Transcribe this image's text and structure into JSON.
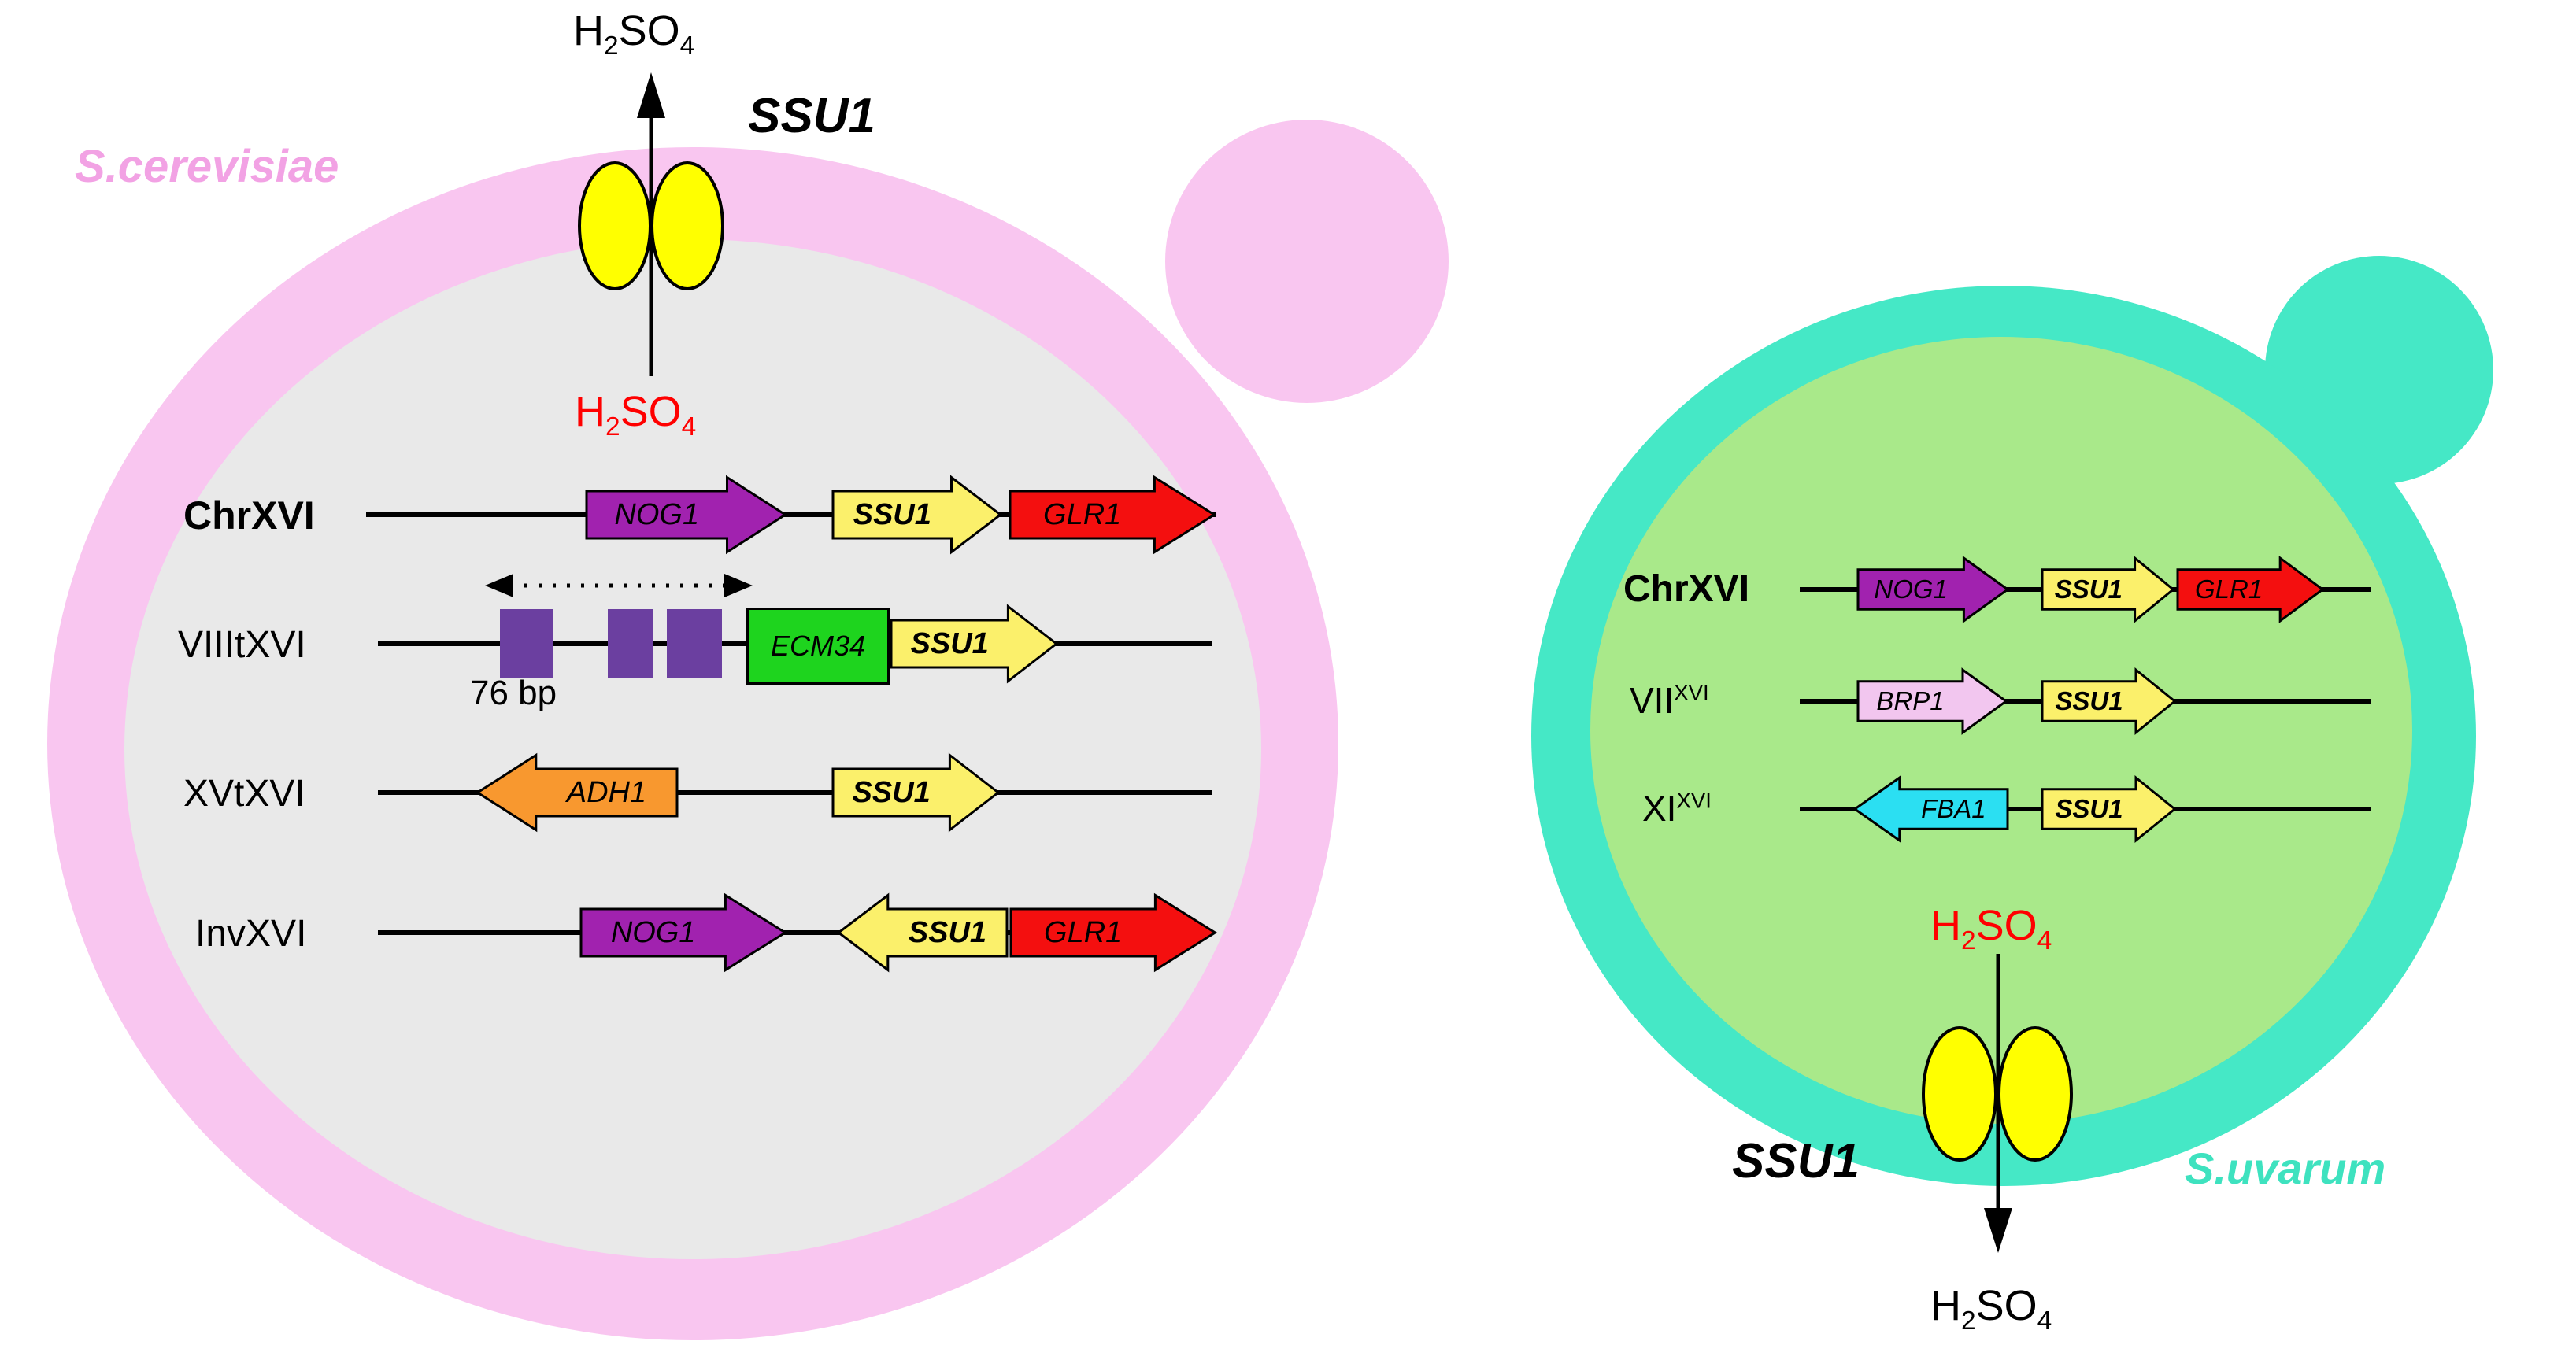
{
  "molecule": {
    "p1": "H",
    "s1": "2",
    "p2": "SO",
    "s2": "4"
  },
  "colors": {
    "cerevisiae_cell": "#F9C6F0",
    "cerevisiae_cytoplasm": "#E9E9E9",
    "cerevisiae_label": "#F2A2E4",
    "uvarum_cell": "#45E8C6",
    "uvarum_cytoplasm": "#A9E98A",
    "uvarum_label": "#3EE2BF",
    "transporter_yellow": "#FFFF00",
    "ssu1_yellow": "#FBF06B",
    "nog1_purple": "#A122AF",
    "glr1_red": "#F40F0F",
    "ecm34_green": "#1ED41E",
    "adh1_orange": "#F8982F",
    "brp1_pink": "#F2C6EF",
    "fba1_cyan": "#2BDFF2",
    "insertion_purple": "#6B3FA0",
    "h2so4_red": "#FF0000"
  },
  "left_cell": {
    "species_label": "S.cerevisiae",
    "transporter_label": "SSU1",
    "rows": [
      {
        "label": "ChrXVI",
        "genes": [
          {
            "name": "NOG1",
            "direction": "right"
          },
          {
            "name": "SSU1",
            "direction": "right"
          },
          {
            "name": "GLR1",
            "direction": "right"
          }
        ]
      },
      {
        "label": "VIIItXVI",
        "annotation": "76 bp",
        "genes": [
          {
            "name": "ECM34",
            "type": "box"
          },
          {
            "name": "SSU1",
            "direction": "right"
          }
        ]
      },
      {
        "label": "XVtXVI",
        "genes": [
          {
            "name": "ADH1",
            "direction": "left"
          },
          {
            "name": "SSU1",
            "direction": "right"
          }
        ]
      },
      {
        "label": "InvXVI",
        "genes": [
          {
            "name": "NOG1",
            "direction": "right"
          },
          {
            "name": "SSU1",
            "direction": "left"
          },
          {
            "name": "GLR1",
            "direction": "right"
          }
        ]
      }
    ]
  },
  "right_cell": {
    "species_label": "S.uvarum",
    "transporter_label": "SSU1",
    "rows": [
      {
        "label": "ChrXVI",
        "genes": [
          {
            "name": "NOG1",
            "direction": "right"
          },
          {
            "name": "SSU1",
            "direction": "right"
          },
          {
            "name": "GLR1",
            "direction": "right"
          }
        ]
      },
      {
        "label_base": "VII",
        "label_sup": "XVI",
        "genes": [
          {
            "name": "BRP1",
            "direction": "right"
          },
          {
            "name": "SSU1",
            "direction": "right"
          }
        ]
      },
      {
        "label_base": "XI",
        "label_sup": "XVI",
        "genes": [
          {
            "name": "FBA1",
            "direction": "left"
          },
          {
            "name": "SSU1",
            "direction": "right"
          }
        ]
      }
    ]
  }
}
